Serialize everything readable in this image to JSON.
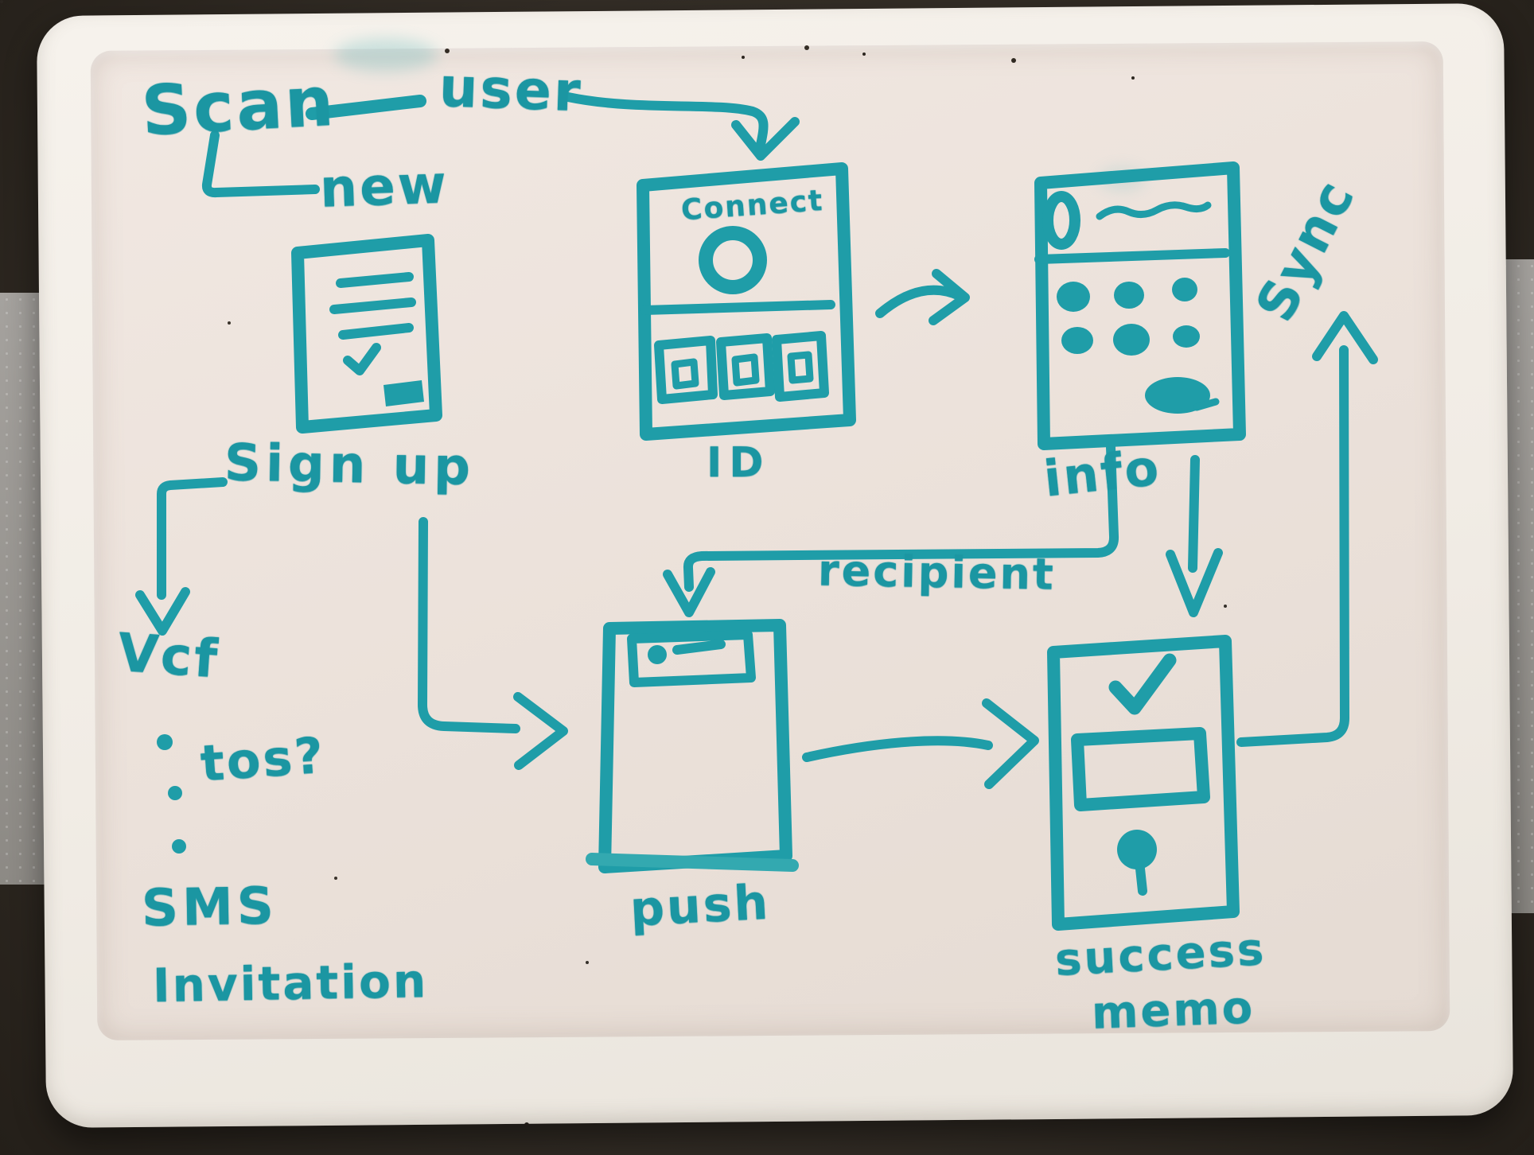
{
  "board": {
    "marker_color": "#1f9da8",
    "surface_color": "#ece2db",
    "frame_color": "#f2eee8",
    "background_color": "#332d26",
    "side_panel_color": "#9b9894"
  },
  "labels": {
    "scan": "Scan",
    "user": "user",
    "new": "new",
    "connect": "Connect",
    "id": "ID",
    "info": "info",
    "sync": "Sync",
    "sign_up": "Sign up",
    "vcf": "Vcf",
    "tos": "tos?",
    "sms": "SMS",
    "invitation": "Invitation",
    "recipient": "recipient",
    "push": "push",
    "success": "success",
    "memo": "memo"
  },
  "flow": {
    "nodes": [
      {
        "id": "signup-form",
        "caption": "new",
        "description": "form screen: three text lines, checkmark, submit button"
      },
      {
        "id": "id-screen",
        "caption": "ID",
        "description": "Connect screen: avatar circle above three card tiles"
      },
      {
        "id": "info-screen",
        "caption": "info",
        "description": "profile screen: avatar with name line, six dots, action pill"
      },
      {
        "id": "push-screen",
        "caption": "push",
        "description": "screen with notification banner (dot + text line)"
      },
      {
        "id": "success-screen",
        "caption": "success memo",
        "description": "screen with checkmark, card, and pin marker"
      }
    ],
    "edges": [
      {
        "from": "Scan",
        "to": "user"
      },
      {
        "from": "Scan",
        "to": "new"
      },
      {
        "from": "user",
        "to": "id-screen"
      },
      {
        "from": "id-screen",
        "to": "info-screen"
      },
      {
        "from": "info-screen",
        "to": "push-screen",
        "label": "recipient"
      },
      {
        "from": "info-screen",
        "to": "success-screen"
      },
      {
        "from": "Sign up",
        "to": "Vcf"
      },
      {
        "from": "Sign up",
        "to": "push-screen"
      },
      {
        "from": "push-screen",
        "to": "success-screen"
      },
      {
        "from": "success-screen",
        "to": "Sync"
      }
    ],
    "side_notes": [
      "Vcf",
      "tos?",
      "SMS Invitation"
    ]
  }
}
